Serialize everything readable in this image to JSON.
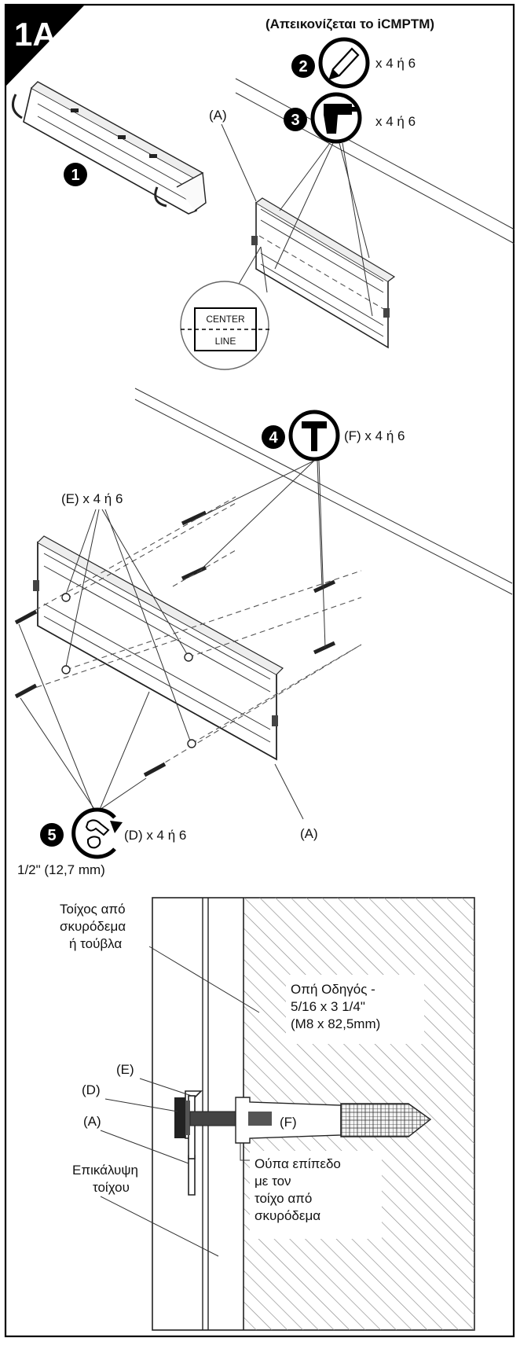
{
  "header": {
    "step_id": "1A",
    "note": "(Απεικονίζεται το iCMPTM)"
  },
  "steps": [
    {
      "number": "1",
      "icon": "bracket-icon"
    },
    {
      "number": "2",
      "icon": "pencil-icon",
      "qty": "x 4 ή 6"
    },
    {
      "number": "3",
      "icon": "drill-icon",
      "qty": "x 4 ή 6"
    },
    {
      "number": "4",
      "icon": "hammer-icon",
      "qty": "(F) x 4 ή 6"
    },
    {
      "number": "5",
      "icon": "wrench-icon",
      "qty": "(D) x 4 ή 6",
      "size": "1/2\" (12,7 mm)"
    }
  ],
  "labels": {
    "A_top": "(A)",
    "A_bottom": "(A)",
    "E_qty": "(E) x 4 ή 6",
    "center": "CENTER",
    "line": "LINE"
  },
  "detail": {
    "wall": [
      "Τοίχος από",
      "σκυρόδεμα",
      "ή τούβλα"
    ],
    "pilot": [
      "Οπή Οδηγός -",
      "5/16 x 3 1/4\"",
      "(M8 x 82,5mm)"
    ],
    "E": "(E)",
    "D": "(D)",
    "A": "(A)",
    "F": "(F)",
    "covering": [
      "Επικάλυψη",
      "τοίχου"
    ],
    "anchor": [
      "Ούπα επίπεδο",
      "με τον",
      "τοίχο από",
      "σκυρόδεμα"
    ]
  }
}
